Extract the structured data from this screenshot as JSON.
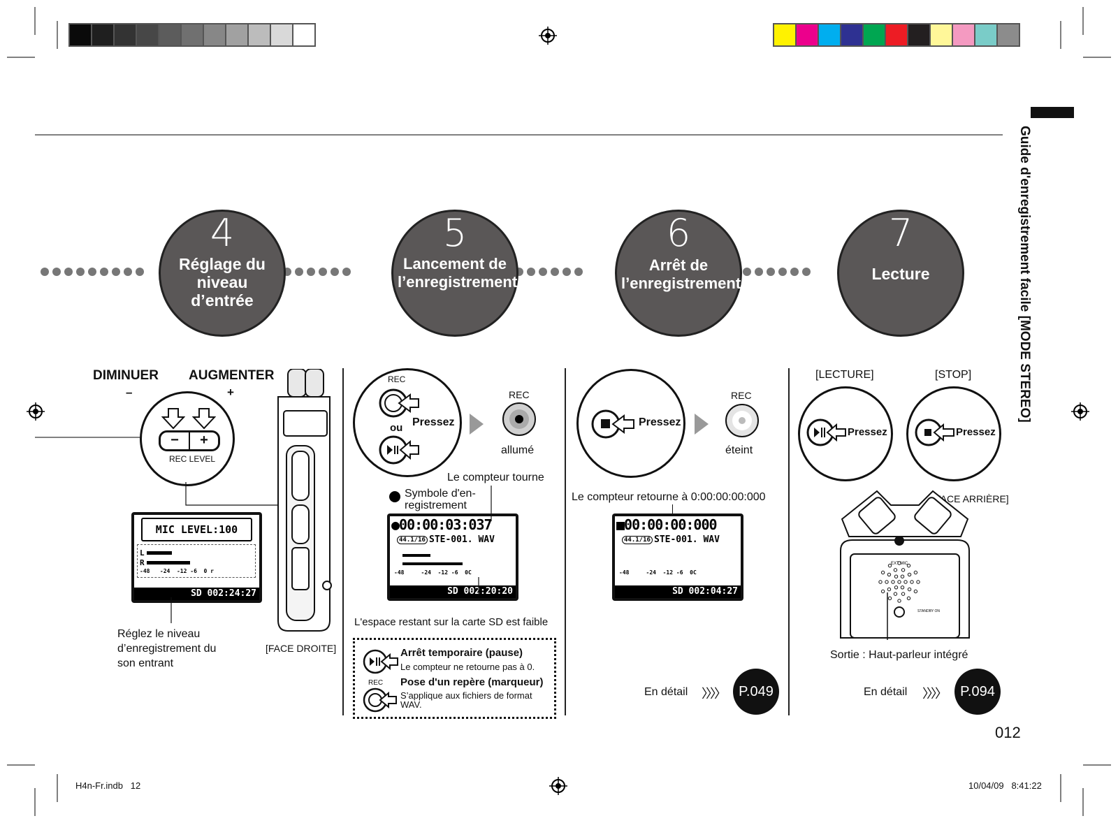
{
  "colors": {
    "circle_bg": "#5a5757",
    "dot": "#777777",
    "accent": "#111111"
  },
  "gray_swatches": [
    "#0a0a0a",
    "#1f1f1f",
    "#333333",
    "#474747",
    "#5c5c5c",
    "#707070",
    "#878787",
    "#a1a1a1",
    "#bcbcbc",
    "#d9d9d9",
    "#ffffff"
  ],
  "color_swatches": [
    "#fff200",
    "#ec008c",
    "#00aeef",
    "#2e3192",
    "#00a651",
    "#ed1c24",
    "#231f20",
    "#fff799",
    "#f49ac1",
    "#7accc8",
    "#8c8c8c"
  ],
  "sidebar_title": "Guide d'enregistrement facile [MODE STEREO]",
  "steps": [
    {
      "number": "4",
      "title": "Réglage du niveau d’entrée"
    },
    {
      "number": "5",
      "title": "Lancement de l’enregistrement"
    },
    {
      "number": "6",
      "title": "Arrêt de l’enregistrement"
    },
    {
      "number": "7",
      "title": "Lecture"
    }
  ],
  "step4": {
    "diminuer": "DIMINUER",
    "augmenter": "AUGMENTER",
    "minus": "–",
    "plus": "+",
    "rec_level": "REC LEVEL",
    "lcd_title": "MIC LEVEL:100",
    "lcd_scale": "-48   -24  -12 -6  0 r",
    "lcd_time": "SD 002:24:27",
    "lcd_L": "L",
    "lcd_R": "R",
    "caption": "Réglez le niveau d’enregistrement du son entrant",
    "face": "[FACE DROITE]"
  },
  "step5": {
    "rec": "REC",
    "ou": "ou",
    "pressez": "Pressez",
    "rec2": "REC",
    "allume": "allumé",
    "compteur": "Le compteur tourne",
    "symbole": "Symbole d'en-registrement",
    "lcd_time": "●00:00:03:037",
    "lcd_file": "STE-001. WAV",
    "lcd_rate": "44.1/16",
    "lcd_scale": "-48     -24  -12 -6  0C",
    "lcd_remain": "SD 002:20:20",
    "espace": "L'espace restant sur la carte SD est faible",
    "pause_title": "Arrêt temporaire (pause)",
    "pause_desc": "Le compteur ne retourne pas à 0.",
    "mark_rec": "REC",
    "mark_title": "Pose d'un repère (marqueur)",
    "mark_desc": "S’applique aux fichiers de format WAV."
  },
  "step6": {
    "pressez": "Pressez",
    "rec": "REC",
    "eteint": "éteint",
    "compteur": "Le compteur retourne à 0:00:00:00:000",
    "lcd_time": "■00:00:00:000",
    "lcd_file": "STE-001. WAV",
    "lcd_rate": "44.1/16",
    "lcd_scale": "-48     -24  -12 -6  0C",
    "lcd_remain": "SD 002:04:27",
    "en_detail": "En détail",
    "page": "P.049"
  },
  "step7": {
    "lecture": "[LECTURE]",
    "stop": "[STOP]",
    "pressez": "Pressez",
    "face": "[FACE ARRIÈRE]",
    "sortie": "Sortie : Haut-parleur intégré",
    "en_detail": "En détail",
    "page": "P.094",
    "ext_mic": "EXT MIC",
    "standby": "STANDBY ON"
  },
  "page_number": "012",
  "footer_left": "H4n-Fr.indb   12",
  "footer_right": "10/04/09   8:41:22"
}
